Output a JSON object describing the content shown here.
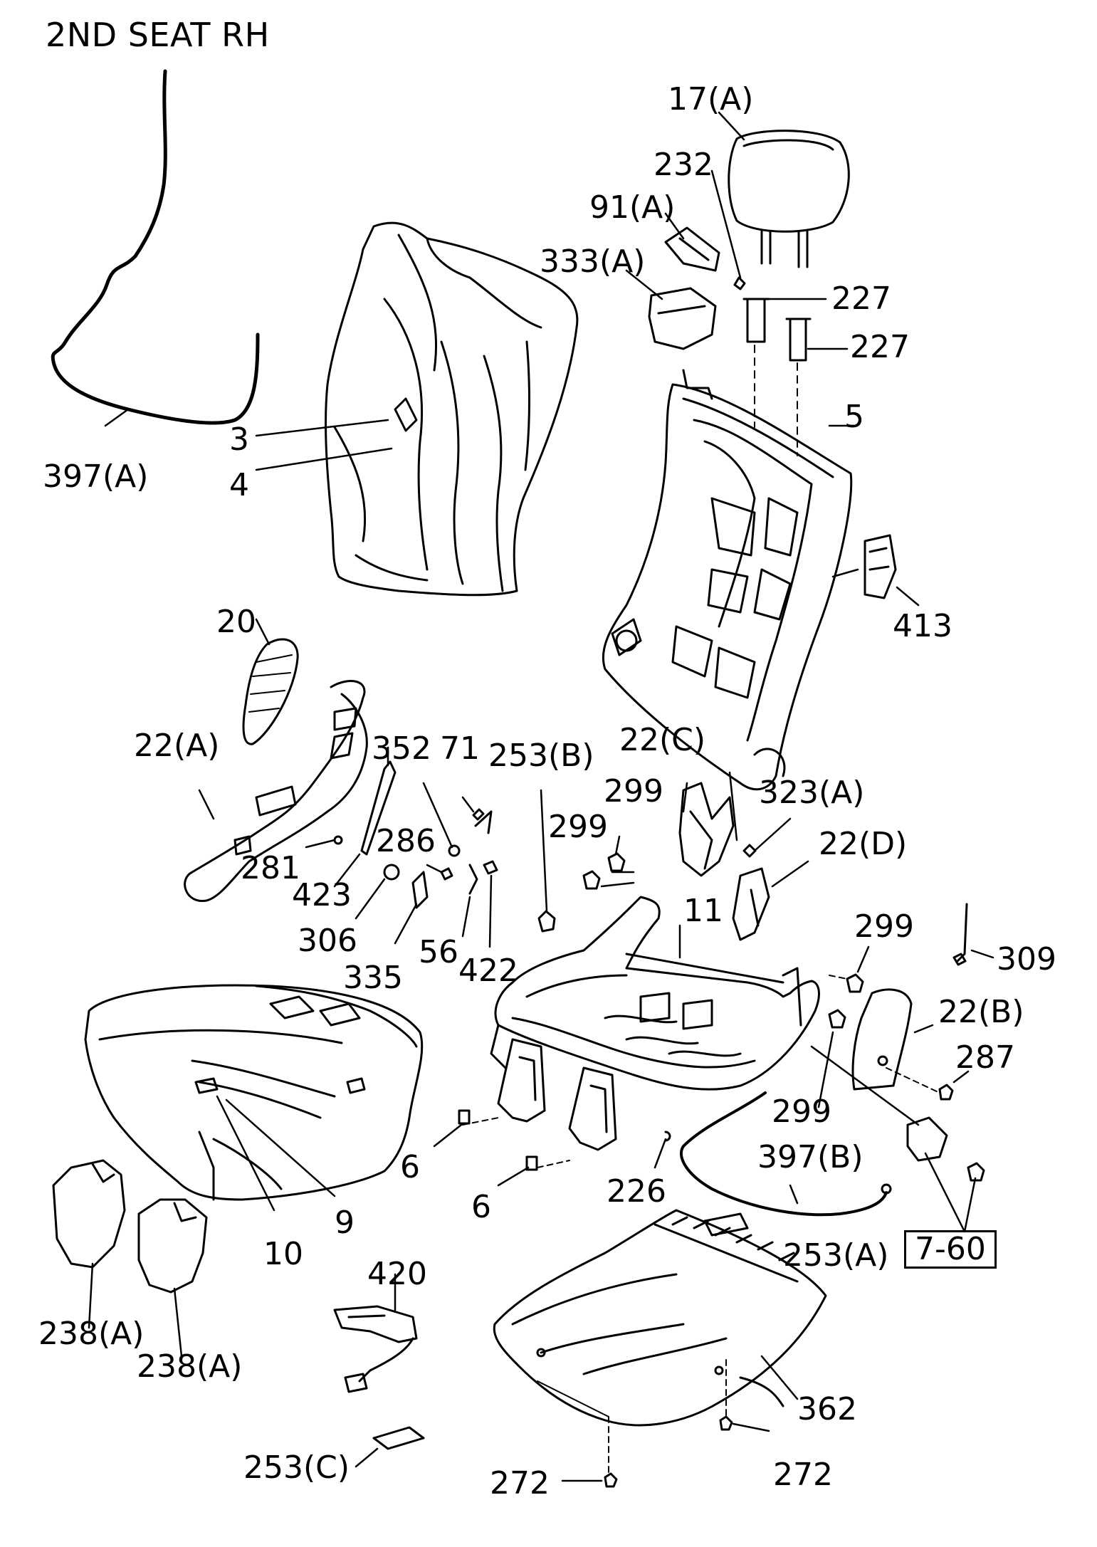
{
  "title": "2ND SEAT RH",
  "labels": {
    "l_397a": "397(A)",
    "l_3": "3",
    "l_4": "4",
    "l_17a": "17(A)",
    "l_232": "232",
    "l_91a": "91(A)",
    "l_333a": "333(A)",
    "l_227a": "227",
    "l_227b": "227",
    "l_5": "5",
    "l_413": "413",
    "l_20": "20",
    "l_22a": "22(A)",
    "l_352": "352",
    "l_71": "71",
    "l_253b": "253(B)",
    "l_22c": "22(C)",
    "l_299a": "299",
    "l_299b": "299",
    "l_323a": "323(A)",
    "l_22d": "22(D)",
    "l_281": "281",
    "l_286": "286",
    "l_423": "423",
    "l_306": "306",
    "l_335": "335",
    "l_56": "56",
    "l_422": "422",
    "l_11": "11",
    "l_299c": "299",
    "l_309": "309",
    "l_22b": "22(B)",
    "l_287": "287",
    "l_299d": "299",
    "l_397b": "397(B)",
    "l_6a": "6",
    "l_6b": "6",
    "l_226": "226",
    "l_9": "9",
    "l_10": "10",
    "l_253a": "253(A)",
    "l_760": "7-60",
    "l_420": "420",
    "l_238a": "238(A)",
    "l_238b": "238(A)",
    "l_362": "362",
    "l_253c": "253(C)",
    "l_272a": "272",
    "l_272b": "272"
  }
}
